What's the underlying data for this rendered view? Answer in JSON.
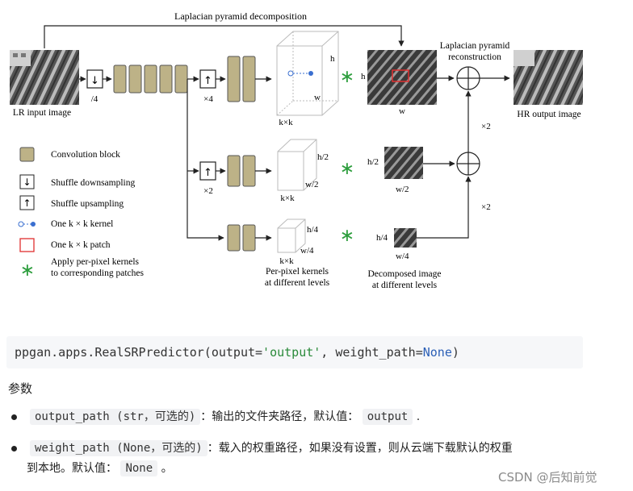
{
  "diagram": {
    "top_label": "Laplacian pyramid decomposition",
    "recon_label_1": "Laplacian pyramid",
    "recon_label_2": "reconstruction",
    "lr_label": "LR input image",
    "hr_label": "HR output image",
    "div4": "/4",
    "x4": "×4",
    "x2a": "×2",
    "x2b": "×2",
    "x2c": "×2",
    "h_big": "h",
    "w_big": "w",
    "kxk": "k×k",
    "h_top_img": "h",
    "w_top_img": "w",
    "per_pixel_1": "Per-pixel kernels",
    "per_pixel_2": "at different levels",
    "decomposed_1": "Decomposed image",
    "decomposed_2": "at different levels",
    "legend": {
      "conv": "Convolution block",
      "down": "Shuffle downsampling",
      "up": "Shuffle upsampling",
      "kernel": "One k × k kernel",
      "patch": "One k × k patch",
      "apply_1": "Apply per-pixel kernels",
      "apply_2": "to corresponding patches"
    },
    "colors": {
      "conv_fill": "#bdb287",
      "star": "#2e9e3e",
      "patch": "#e03030",
      "kernel": "#3a6fd0"
    }
  },
  "code": {
    "prefix": "ppgan.apps.RealSRPredictor(output=",
    "output_str": "'output'",
    "middle": ", weight_path=",
    "none_kw": "None",
    "suffix": ")"
  },
  "params": {
    "heading": "参数",
    "p1_name": "output_path (str，可选的)",
    "p1_desc": "：输出的文件夹路径，默认值：",
    "p1_default": "output",
    "p1_end": ".",
    "p2_name": "weight_path (None，可选的)",
    "p2_desc": "：载入的权重路径，如果没有设置，则从云端下载默认的权重",
    "p2_line2": "到本地。默认值：",
    "p2_default": "None",
    "p2_end": "。"
  },
  "watermark": "CSDN @后知前觉"
}
